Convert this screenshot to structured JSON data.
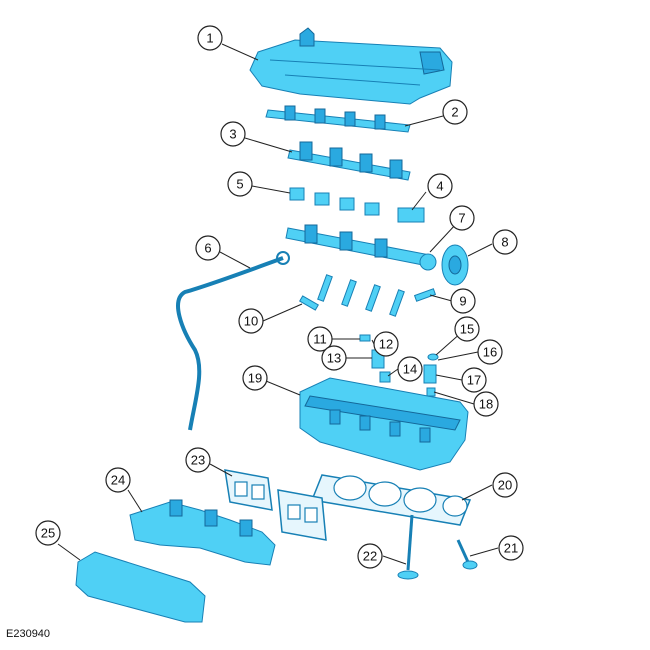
{
  "figure_code": "E230940",
  "callouts": [
    "1",
    "2",
    "3",
    "4",
    "5",
    "6",
    "7",
    "8",
    "9",
    "10",
    "11",
    "12",
    "13",
    "14",
    "15",
    "16",
    "17",
    "18",
    "19",
    "20",
    "21",
    "22",
    "23",
    "24",
    "25"
  ],
  "colors": {
    "part_fill": "#4fd0f5",
    "part_stroke": "#1780b5",
    "line": "#222222"
  }
}
